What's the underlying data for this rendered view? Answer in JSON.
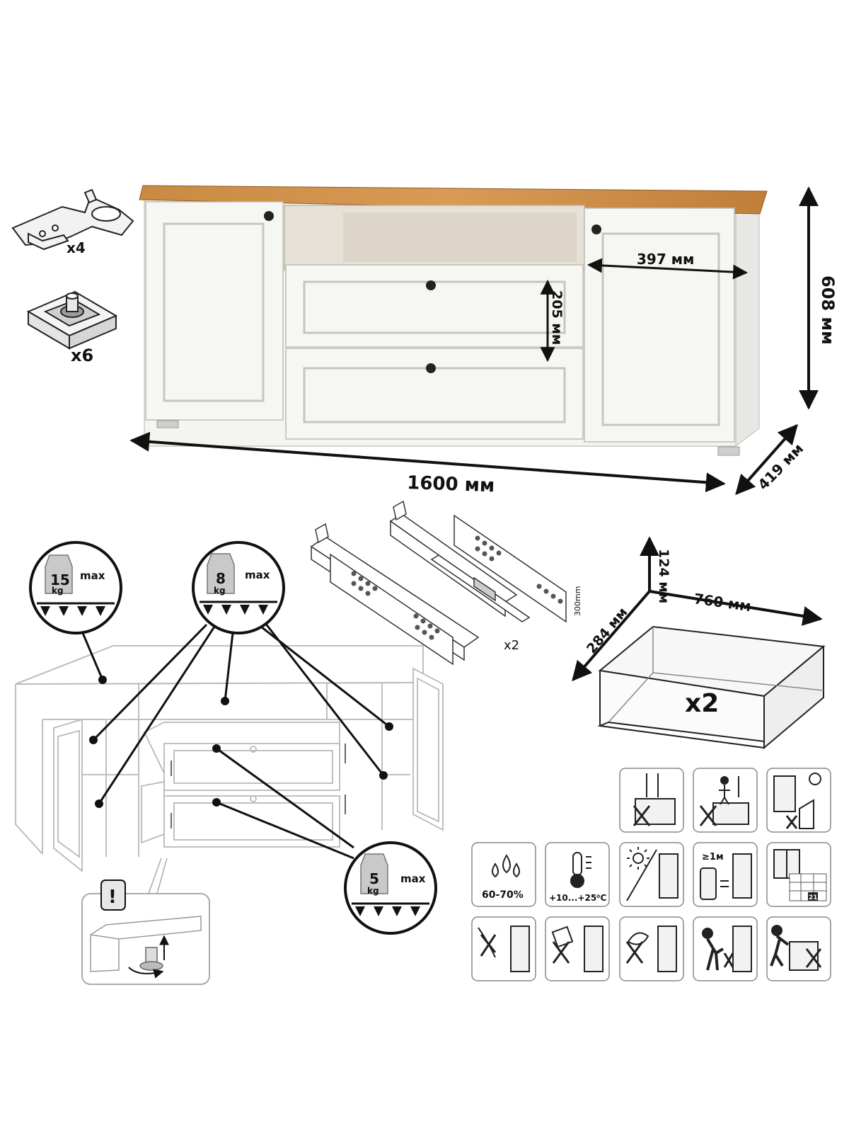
{
  "hardware": {
    "hinges_qty": "x4",
    "feet_qty": "x6"
  },
  "dimensions": {
    "width": "1600 мм",
    "height": "608 мм",
    "depth": "419 мм",
    "shelf_width": "397 мм",
    "drawer_height": "205 мм"
  },
  "slides": {
    "qty": "x2",
    "length": "300mm"
  },
  "drawer_box": {
    "height": "124 мм",
    "width": "760 мм",
    "depth": "284 мм",
    "qty": "x2"
  },
  "loads": {
    "top": {
      "value": "15",
      "unit": "kg",
      "label": "max"
    },
    "shelf": {
      "value": "8",
      "unit": "kg",
      "label": "max"
    },
    "drawer": {
      "value": "5",
      "unit": "kg",
      "label": "max"
    }
  },
  "warning_mark": "!",
  "care": {
    "humidity": "60-70%",
    "temperature": "+10...+25⁰C",
    "distance": "≥1м",
    "calendar_day": "21"
  },
  "colors": {
    "oak_top": "#c98a42",
    "body": "#f4f4f1",
    "niche": "#e6e0d6",
    "line": "#222222"
  }
}
